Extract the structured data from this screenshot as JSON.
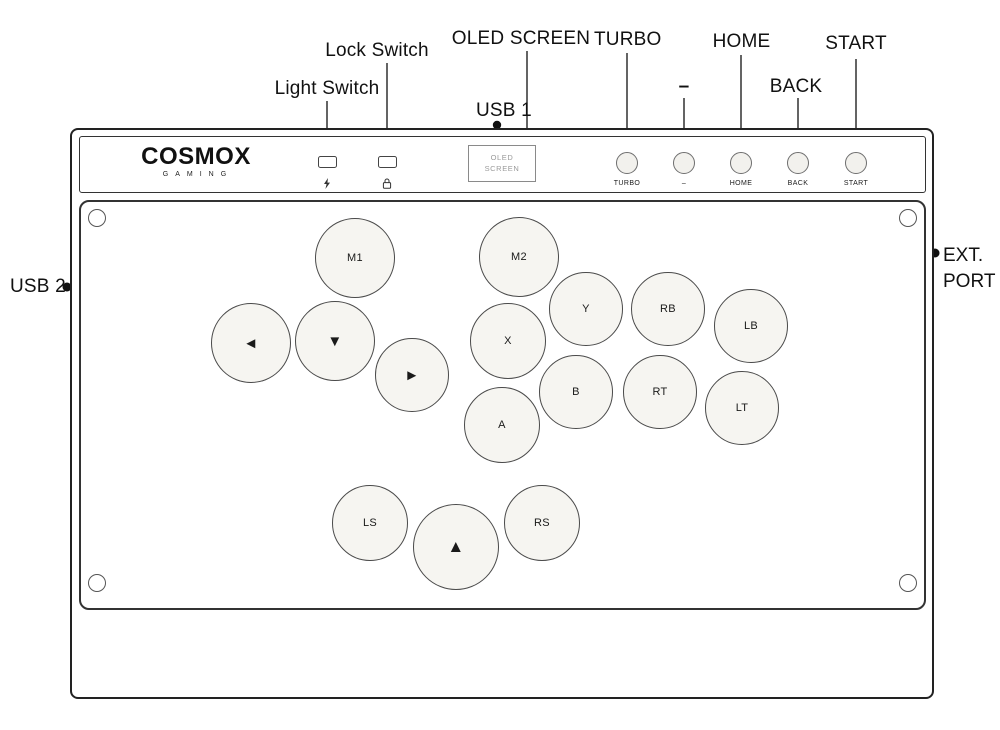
{
  "device": {
    "brand": {
      "name": "COSMOX",
      "tagline": "GAMING"
    },
    "top_panel": {
      "oled": {
        "line1": "OLED",
        "line2": "SCREEN"
      },
      "small_buttons": [
        {
          "label": "TURBO"
        },
        {
          "label": "–"
        },
        {
          "label": "HOME"
        },
        {
          "label": "BACK"
        },
        {
          "label": "START"
        }
      ]
    },
    "buttons": [
      {
        "label": "M1"
      },
      {
        "label": "M2"
      },
      {
        "label": "Y"
      },
      {
        "label": "RB"
      },
      {
        "label": "LB"
      },
      {
        "label": "X"
      },
      {
        "label": "◄"
      },
      {
        "label": "▼"
      },
      {
        "label": "►"
      },
      {
        "label": "B"
      },
      {
        "label": "RT"
      },
      {
        "label": "LT"
      },
      {
        "label": "A"
      },
      {
        "label": "LS"
      },
      {
        "label": "▲"
      },
      {
        "label": "RS"
      }
    ]
  },
  "annotations": {
    "light_switch": "Light Switch",
    "lock_switch": "Lock Switch",
    "oled_screen": "OLED SCREEN",
    "turbo": "TURBO",
    "minus": "–",
    "home": "HOME",
    "back": "BACK",
    "start": "START",
    "usb1": "USB 1",
    "usb2": "USB 2",
    "ext_port": [
      "EXT.",
      "PORT"
    ]
  },
  "colors": {
    "outline": "#222222",
    "button_fill": "#f6f5f1",
    "background": "#ffffff"
  }
}
